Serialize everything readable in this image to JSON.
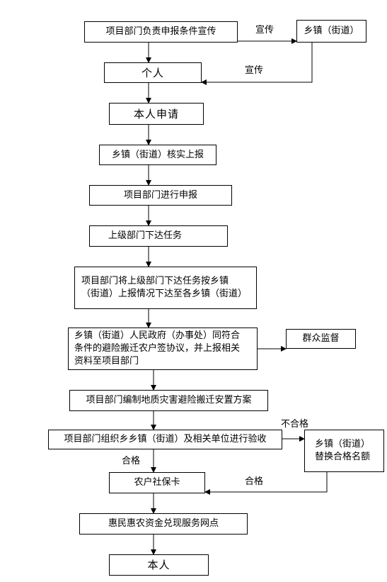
{
  "steps": {
    "publicize_dept": "项目部门负责申报条件宣传",
    "township_top": "乡镇（街道）",
    "individual": "个人",
    "self_apply": "本人申请",
    "township_verify": "乡镇（街道）核实上报",
    "dept_report": "项目部门进行申报",
    "superior_task": "上级部门下达任务",
    "dept_distribute_line1": "项目部门将上级部门下达任务按乡镇",
    "dept_distribute_line2": "（街道）上报情况下达至各乡镇（街道）",
    "gov_sign_line1": "乡镇（街道）人民政府（办事处）同符合",
    "gov_sign_line2": "条件的避险搬迁农户签协议，并上报相关",
    "gov_sign_line3": "资料至项目部门",
    "public_supervision": "群众监督",
    "plan": "项目部门编制地质灾害避险搬迁安置方案",
    "acceptance": "项目部门组织乡乡镇（街道）及相关单位进行验收",
    "replace_line1": "乡镇（街道）",
    "replace_line2": "替换合格名额",
    "social_card": "农户社保卡",
    "payout_point": "惠民惠农资金兑现服务网点",
    "self_final": "本人"
  },
  "labels": {
    "publicize_1": "宣传",
    "publicize_2": "宣传",
    "unqualified": "不合格",
    "qualified_1": "合格",
    "qualified_2": "合格"
  }
}
